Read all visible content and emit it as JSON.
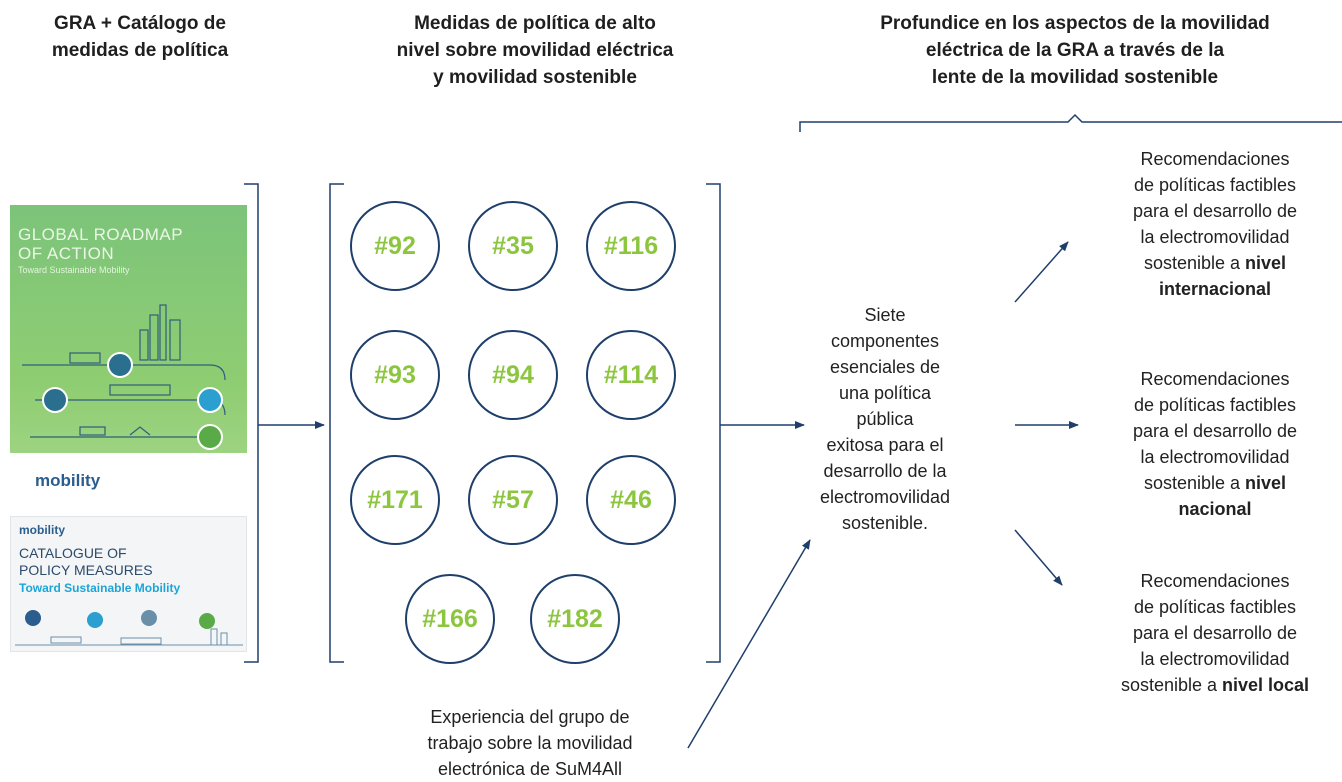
{
  "headers": {
    "col1": "GRA + Catálogo de\nmedidas de política",
    "col2": "Medidas de política de alto\nnivel sobre movilidad eléctrica\ny movilidad sostenible",
    "col3": "Profundice en los aspectos de la movilidad\neléctrica de la GRA a través de la\nlente de la movilidad sostenible"
  },
  "cover_roadmap": {
    "title": "GLOBAL ROADMAP\nOF ACTION",
    "subtitle": "Toward Sustainable Mobility",
    "logo": "mobility"
  },
  "cover_catalogue": {
    "logo": "mobility",
    "title": "CATALOGUE OF\nPOLICY MEASURES",
    "subtitle": "Toward Sustainable Mobility"
  },
  "measures": [
    "#92",
    "#35",
    "#116",
    "#93",
    "#94",
    "#114",
    "#171",
    "#57",
    "#46",
    "#166",
    "#182"
  ],
  "center_text": "Siete\ncomponentes\nesenciales de\nuna política\npública\nexitosa para el\ndesarrollo de la\nelectromovilidad\nsostenible.",
  "bottom_text": "Experiencia del grupo de\ntrabajo sobre la movilidad\nelectrónica de SuM4All",
  "recommendations": [
    {
      "prefix": "Recomendaciones\nde políticas factibles\npara el desarrollo de\nla electromovilidad\nsostenible a ",
      "bold": "nivel\ninternacional"
    },
    {
      "prefix": "Recomendaciones\nde políticas factibles\npara el desarrollo de\nla electromovilidad\nsostenible a ",
      "bold": "nivel\nnacional"
    },
    {
      "prefix": "Recomendaciones\nde políticas factibles\npara el desarrollo de\nla electromovilidad\nsostenible a ",
      "bold": "nivel local"
    }
  ],
  "colors": {
    "line": "#1f3f6b",
    "measure_text": "#8cc63f"
  }
}
